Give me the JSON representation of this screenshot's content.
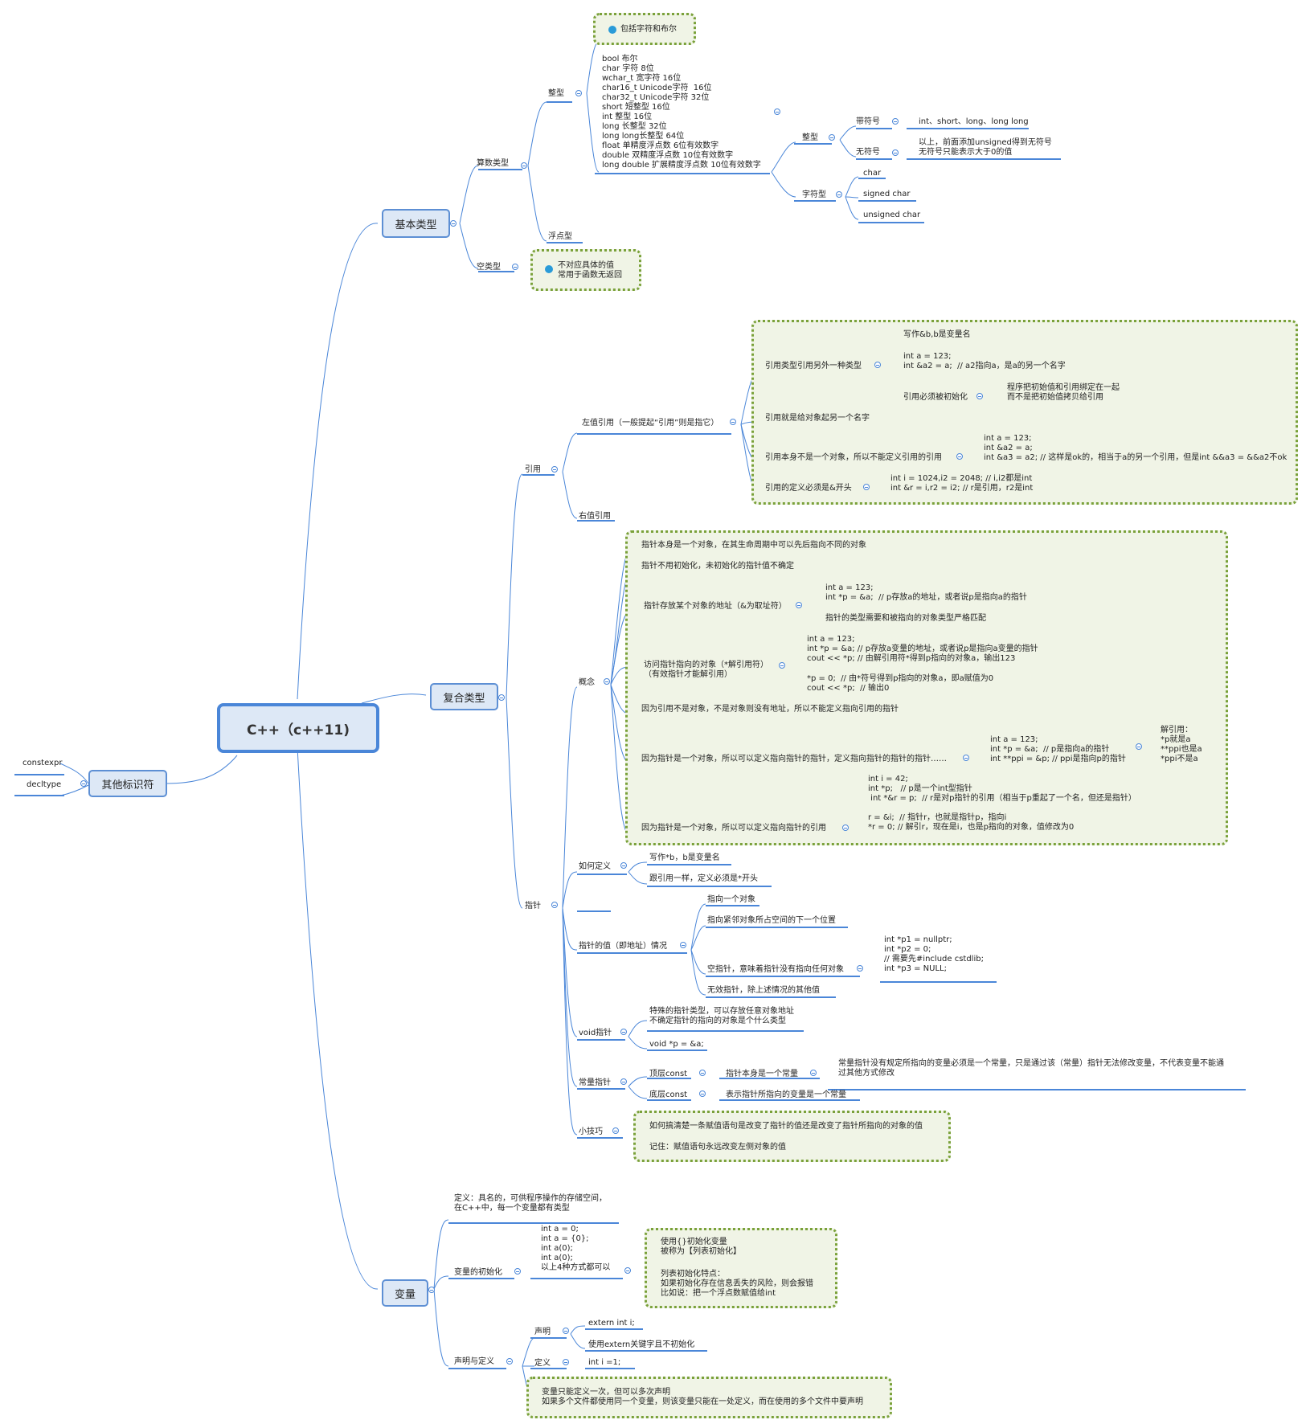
{
  "root": {
    "label": "C++（c++11)"
  },
  "basic": {
    "label": "基本类型",
    "arith": "算数类型",
    "int_type": "整型",
    "note": "包括字符和布尔",
    "list": "bool 布尔\nchar 字符 8位\nwchar_t 宽字符 16位\nchar16_t Unicode字符  16位\nchar32_t Unicode字符 32位\nshort 短整型 16位\nint 整型 16位\nlong 长整型 32位\nlong long长整型 64位\nfloat 单精度浮点数 6位有效数字\ndouble 双精度浮点数 10位有效数字\nlong double 扩展精度浮点数 10位有效数字",
    "int2": "整型",
    "signed": "带符号",
    "signed_val": "int、short、long、long long",
    "unsigned": "无符号",
    "unsigned_val": "以上，前面添加unsigned得到无符号\n无符号只能表示大于0的值",
    "char_type": "字符型",
    "char": "char",
    "signed_char": "signed char",
    "unsigned_char": "unsigned char",
    "float": "浮点型",
    "void": "空类型",
    "void_note": "不对应具体的值\n常用于函数无返回"
  },
  "compound": {
    "label": "复合类型",
    "ref": "引用",
    "lref": "左值引用（一般提起“引用”则是指它）",
    "lref_items": {
      "alias": "引用类型引用另外一种类型",
      "write": "写作&b,b是变量名",
      "code1": "int a = 123;\nint &a2 = a;  // a2指向a，是a的另一个名字",
      "must_init": "引用必须被初始化",
      "bind": "程序把初始值和引用绑定在一起\n而不是把初始值拷贝给引用",
      "name": "引用就是给对象起另一个名字",
      "notobj": "引用本身不是一个对象，所以不能定义引用的引用",
      "code2": "int a = 123;\nint &a2 = a;\nint &a3 = a2; // 这样是ok的，相当于a的另一个引用，但是int &&a3 = &&a2不ok",
      "def": "引用的定义必须是&开头",
      "code3": "int i = 1024,i2 = 2048; // i,i2都是int\nint &r = i,r2 = i2; // r是引用，r2是int"
    },
    "rref": "右值引用",
    "ptr": "指针",
    "concept": "概念",
    "concept_items": {
      "c1": "指针本身是一个对象，在其生命周期中可以先后指向不同的对象",
      "c2": "指针不用初始化，未初始化的指针值不确定",
      "c3": "指针存放某个对象的地址（&为取址符）",
      "c3a": "int a = 123;\nint *p = &a;  // p存放a的地址，或者说p是指向a的指针",
      "c3b": "指针的类型需要和被指向的对象类型严格匹配",
      "c4": "访问指针指向的对象（*解引用符）\n（有效指针才能解引用）",
      "c4a": "int a = 123;\nint *p = &a; // p存放a变量的地址，或者说p是指向a变量的指针\ncout << *p; // 由解引用符*得到p指向的对象a，输出123",
      "c4b": "*p = 0;  // 由*符号得到p指向的对象a，即a赋值为0\ncout << *p;  // 输出0",
      "c5": "因为引用不是对象，不是对象则没有地址，所以不能定义指向引用的指针",
      "c6": "因为指针是一个对象，所以可以定义指向指针的指针，定义指向指针的指针的指针……",
      "c6a": "int a = 123;\nint *p = &a;  // p是指向a的指针\nint **ppi = &p; // ppi是指向p的指针",
      "c6b": "解引用：\n*p就是a\n**ppi也是a\n*ppi不是a",
      "c7": "因为指针是一个对象，所以可以定义指向指针的引用",
      "c7a": "int i = 42;\nint *p;   // p是一个int型指针\n int *&r = p;  // r是对p指针的引用（相当于p重起了一个名，但还是指针）\n\nr = &i;  // 指针r，也就是指针p，指向i\n*r = 0; // 解引r，现在是i，也是p指向的对象，值修改为0"
    },
    "how": "如何定义",
    "how1": "写作*b，b是变量名",
    "how2": "跟引用一样，定义必须是*开头",
    "value": "指针的值（即地址）情况",
    "v1": "指向一个对象",
    "v2": "指向紧邻对象所占空间的下一个位置",
    "v3": "空指针，意味着指针没有指向任何对象",
    "v3a": "int *p1 = nullptr;\nint *p2 = 0;\n// 需要先#include cstdlib;\nint *p3 = NULL;",
    "v4": "无效指针，除上述情况的其他值",
    "voidp": "void指针",
    "vp1": "特殊的指针类型，可以存放任意对象地址\n不确定指针的指向的对象是个什么类型",
    "vp2": "void *p = &a;",
    "constp": "常量指针",
    "top": "顶层const",
    "top1": "指针本身是一个常量",
    "top2": "常量指针没有规定所指向的变量必须是一个常量，只是通过该（常量）指针无法修改变量，不代表变量不能通\n过其他方式修改",
    "low": "底层const",
    "low1": "表示指针所指向的变量是一个常量",
    "tips": "小技巧",
    "tip1": "如何搞清楚一条赋值语句是改变了指针的值还是改变了指针所指向的对象的值",
    "tip2": "记住：赋值语句永远改变左侧对象的值"
  },
  "var": {
    "label": "变量",
    "defn": "定义：具名的，可供程序操作的存储空间，\n在C++中，每一个变量都有类型",
    "init": "变量的初始化",
    "init_code": "int a = 0;\nint a = {0};\nint a(0);\nint a(0);\n以上4种方式都可以",
    "init_n1": "使用{}初始化变量\n被称为【列表初始化】",
    "init_n2": "列表初始化特点：\n如果初始化存在信息丢失的风险，则会报错\n比如说：把一个浮点数赋值给int",
    "decl": "声明与定义",
    "declare": "声明",
    "extern": "extern int i;",
    "extern_note": "使用extern关键字且不初始化",
    "define": "定义",
    "define_code": "int i =1;",
    "note": "变量只能定义一次，但可以多次声明\n如果多个文件都使用同一个变量，则该变量只能在一处定义，而在使用的多个文件中要声明"
  },
  "other": {
    "label": "其他标识符",
    "constexpr": "constexpr",
    "decltype": "decltype"
  }
}
